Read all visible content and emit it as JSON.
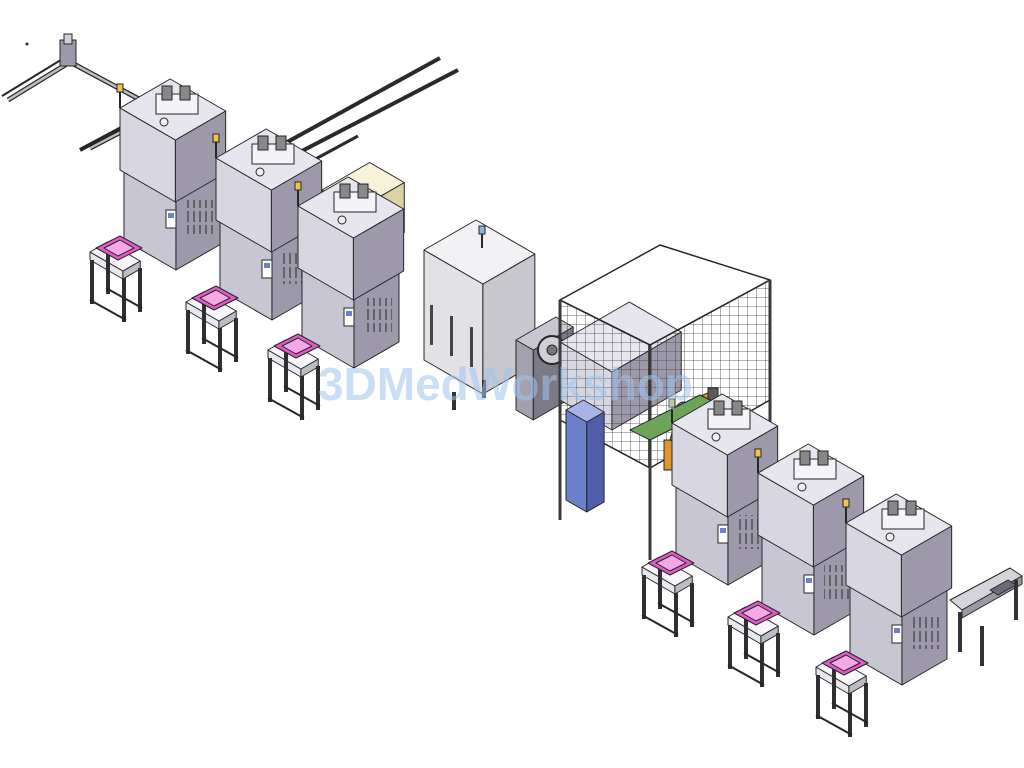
{
  "watermark": {
    "text": "3DMedWorkshop",
    "color": "#9fc6ef"
  },
  "palette": {
    "body": "#c9c6d3",
    "body_dark": "#9d99aa",
    "body_top": "#e7e5ee",
    "panel": "#d8d6e0",
    "outline": "#262626",
    "tray": "#e05bc8",
    "tray_light": "#f4a8e6",
    "cabinet": "#e2e2e6",
    "tank": "#f1ebc2",
    "robot": "#e0962a",
    "rail": "#2a2a2a",
    "screen": "#6f7fc8",
    "fence": "#3a3a3a"
  },
  "layout_items": [
    "gantry-robot",
    "process-machine-1",
    "process-machine-2",
    "process-machine-3",
    "feed-rails",
    "material-tank",
    "electrical-cabinet",
    "transfer-station",
    "robot-safety-cell",
    "industrial-robot",
    "process-machine-4",
    "process-machine-5",
    "process-machine-6",
    "output-conveyor"
  ]
}
